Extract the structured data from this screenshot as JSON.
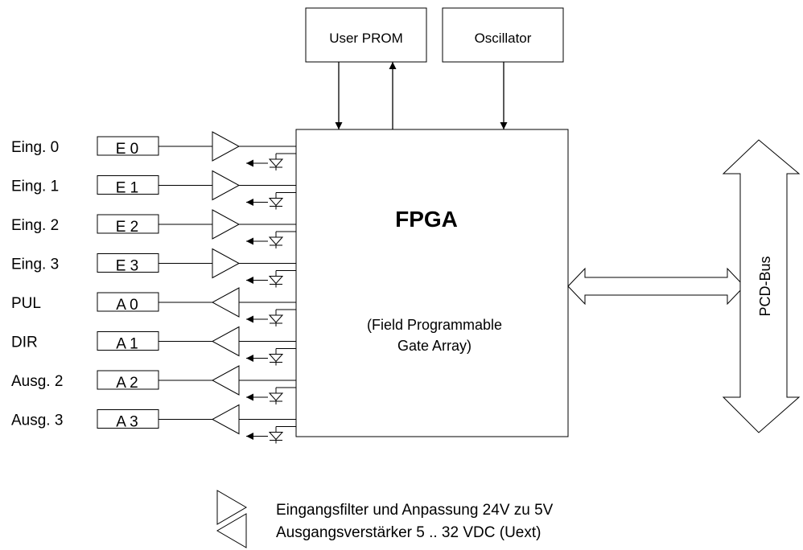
{
  "top_blocks": {
    "prom": "User PROM",
    "osc": "Oscillator"
  },
  "fpga": {
    "title": "FPGA",
    "subtitle_line1": "(Field Programmable",
    "subtitle_line2": "Gate Array)"
  },
  "bus": {
    "label": "PCD-Bus"
  },
  "channels": [
    {
      "label": "Eing. 0",
      "box": "E 0",
      "direction": "input"
    },
    {
      "label": "Eing. 1",
      "box": "E 1",
      "direction": "input"
    },
    {
      "label": "Eing. 2",
      "box": "E 2",
      "direction": "input"
    },
    {
      "label": "Eing. 3",
      "box": "E 3",
      "direction": "input"
    },
    {
      "label": "PUL",
      "box": "A 0",
      "direction": "output"
    },
    {
      "label": "DIR",
      "box": "A 1",
      "direction": "output"
    },
    {
      "label": "Ausg.  2",
      "box": "A 2",
      "direction": "output"
    },
    {
      "label": "Ausg.  3",
      "box": "A 3",
      "direction": "output"
    }
  ],
  "legend": {
    "input": "Eingangsfilter und Anpassung 24V zu 5V",
    "output": "Ausgangsverstärker 5 .. 32 VDC (Uext)"
  }
}
